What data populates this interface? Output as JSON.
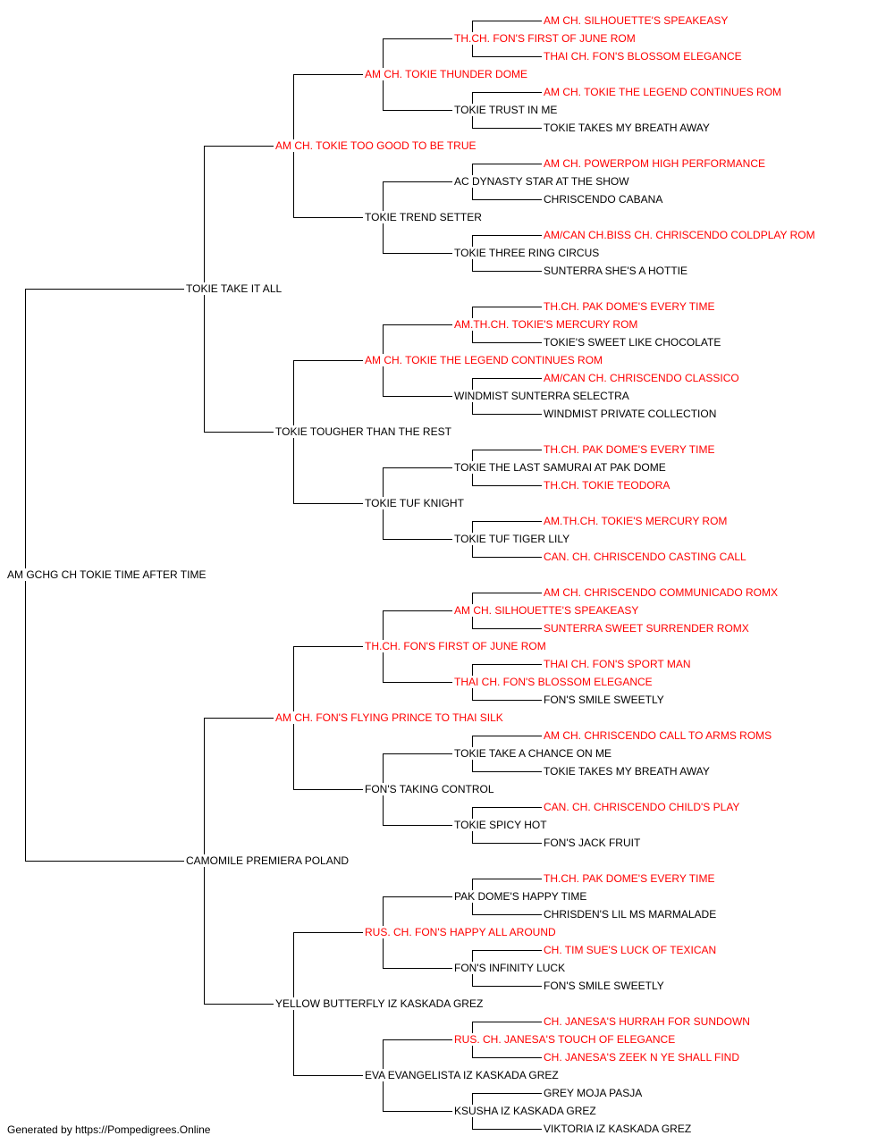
{
  "colors": {
    "champion": "#ff0000",
    "normal": "#000000",
    "line": "#000000"
  },
  "pedigree": {
    "name": "AM GCHG CH TOKIE TIME AFTER TIME",
    "champion": false,
    "sire": {
      "name": "TOKIE TAKE IT ALL",
      "champion": false,
      "sire": {
        "name": "AM CH. TOKIE TOO GOOD TO BE TRUE",
        "champion": true,
        "sire": {
          "name": "AM CH. TOKIE THUNDER DOME",
          "champion": true,
          "sire": {
            "name": "TH.CH. FON'S FIRST OF JUNE ROM",
            "champion": true,
            "sire": {
              "name": "AM CH. SILHOUETTE'S SPEAKEASY",
              "champion": true
            },
            "dam": {
              "name": "THAI CH. FON'S BLOSSOM ELEGANCE",
              "champion": true
            }
          },
          "dam": {
            "name": "TOKIE TRUST IN ME",
            "champion": false,
            "sire": {
              "name": "AM CH. TOKIE THE LEGEND CONTINUES ROM",
              "champion": true
            },
            "dam": {
              "name": "TOKIE TAKES MY BREATH AWAY",
              "champion": false
            }
          }
        },
        "dam": {
          "name": "TOKIE TREND SETTER",
          "champion": false,
          "sire": {
            "name": "AC DYNASTY STAR AT THE SHOW",
            "champion": false,
            "sire": {
              "name": "AM CH. POWERPOM HIGH PERFORMANCE",
              "champion": true
            },
            "dam": {
              "name": "CHRISCENDO CABANA",
              "champion": false
            }
          },
          "dam": {
            "name": "TOKIE THREE RING CIRCUS",
            "champion": false,
            "sire": {
              "name": "AM/CAN CH.BISS CH. CHRISCENDO COLDPLAY ROM",
              "champion": true
            },
            "dam": {
              "name": "SUNTERRA SHE'S A HOTTIE",
              "champion": false
            }
          }
        }
      },
      "dam": {
        "name": "TOKIE TOUGHER THAN THE REST",
        "champion": false,
        "sire": {
          "name": "AM CH. TOKIE THE LEGEND CONTINUES ROM",
          "champion": true,
          "sire": {
            "name": "AM.TH.CH. TOKIE'S MERCURY ROM",
            "champion": true,
            "sire": {
              "name": "TH.CH. PAK DOME'S EVERY TIME",
              "champion": true
            },
            "dam": {
              "name": "TOKIE'S SWEET LIKE CHOCOLATE",
              "champion": false
            }
          },
          "dam": {
            "name": "WINDMIST SUNTERRA SELECTRA",
            "champion": false,
            "sire": {
              "name": "AM/CAN CH. CHRISCENDO CLASSICO",
              "champion": true
            },
            "dam": {
              "name": "WINDMIST PRIVATE COLLECTION",
              "champion": false
            }
          }
        },
        "dam": {
          "name": "TOKIE TUF KNIGHT",
          "champion": false,
          "sire": {
            "name": "TOKIE THE LAST SAMURAI AT PAK DOME",
            "champion": false,
            "sire": {
              "name": "TH.CH. PAK DOME'S EVERY TIME",
              "champion": true
            },
            "dam": {
              "name": "TH.CH. TOKIE TEODORA",
              "champion": true
            }
          },
          "dam": {
            "name": "TOKIE TUF TIGER LILY",
            "champion": false,
            "sire": {
              "name": "AM.TH.CH. TOKIE'S MERCURY ROM",
              "champion": true
            },
            "dam": {
              "name": "CAN. CH. CHRISCENDO CASTING CALL",
              "champion": true
            }
          }
        }
      }
    },
    "dam": {
      "name": "CAMOMILE PREMIERA POLAND",
      "champion": false,
      "sire": {
        "name": "AM CH. FON'S FLYING PRINCE TO THAI SILK",
        "champion": true,
        "sire": {
          "name": "TH.CH. FON'S FIRST OF JUNE ROM",
          "champion": true,
          "sire": {
            "name": "AM CH. SILHOUETTE'S SPEAKEASY",
            "champion": true,
            "sire": {
              "name": "AM CH. CHRISCENDO COMMUNICADO ROMX",
              "champion": true
            },
            "dam": {
              "name": "SUNTERRA SWEET SURRENDER ROMX",
              "champion": true
            }
          },
          "dam": {
            "name": "THAI CH. FON'S BLOSSOM ELEGANCE",
            "champion": true,
            "sire": {
              "name": "THAI CH. FON'S SPORT MAN",
              "champion": true
            },
            "dam": {
              "name": "FON'S SMILE SWEETLY",
              "champion": false
            }
          }
        },
        "dam": {
          "name": "FON'S TAKING CONTROL",
          "champion": false,
          "sire": {
            "name": "TOKIE TAKE A CHANCE ON ME",
            "champion": false,
            "sire": {
              "name": "AM CH. CHRISCENDO CALL TO ARMS ROMS",
              "champion": true
            },
            "dam": {
              "name": "TOKIE TAKES MY BREATH AWAY",
              "champion": false
            }
          },
          "dam": {
            "name": "TOKIE SPICY HOT",
            "champion": false,
            "sire": {
              "name": "CAN. CH. CHRISCENDO CHILD'S PLAY",
              "champion": true
            },
            "dam": {
              "name": "FON'S JACK FRUIT",
              "champion": false
            }
          }
        }
      },
      "dam": {
        "name": "YELLOW BUTTERFLY IZ KASKADA GREZ",
        "champion": false,
        "sire": {
          "name": "RUS. CH. FON'S HAPPY ALL AROUND",
          "champion": true,
          "sire": {
            "name": "PAK DOME'S HAPPY TIME",
            "champion": false,
            "sire": {
              "name": "TH.CH. PAK DOME'S EVERY TIME",
              "champion": true
            },
            "dam": {
              "name": "CHRISDEN'S LIL MS MARMALADE",
              "champion": false
            }
          },
          "dam": {
            "name": "FON'S INFINITY LUCK",
            "champion": false,
            "sire": {
              "name": "CH. TIM SUE'S LUCK OF TEXICAN",
              "champion": true
            },
            "dam": {
              "name": "FON'S SMILE SWEETLY",
              "champion": false
            }
          }
        },
        "dam": {
          "name": "EVA EVANGELISTA IZ KASKADA GREZ",
          "champion": false,
          "sire": {
            "name": "RUS. CH. JANESA'S TOUCH OF ELEGANCE",
            "champion": true,
            "sire": {
              "name": "CH. JANESA'S HURRAH FOR SUNDOWN",
              "champion": true
            },
            "dam": {
              "name": "CH. JANESA'S ZEEK N YE SHALL FIND",
              "champion": true
            }
          },
          "dam": {
            "name": "KSUSHA IZ KASKADA GREZ",
            "champion": false,
            "sire": {
              "name": "GREY MOJA PASJA",
              "champion": false
            },
            "dam": {
              "name": "VIKTORIA IZ KASKADA GREZ",
              "champion": false
            }
          }
        }
      }
    }
  },
  "footer": {
    "text": "Generated by https://Pompedigrees.Online"
  }
}
